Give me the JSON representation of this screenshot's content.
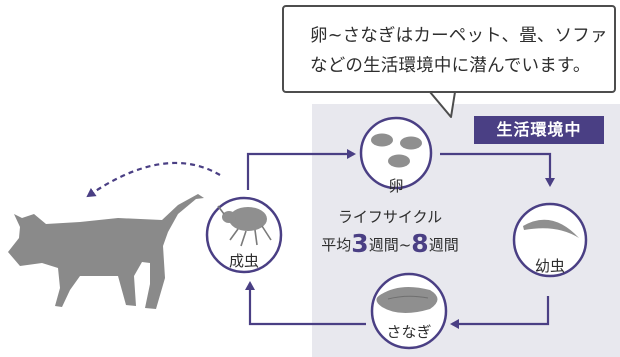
{
  "callout": {
    "line1": "卵~さなぎはカーペット、畳、ソファ",
    "line2": "などの生活環境中に潜んでいます。"
  },
  "environment_label": "生活環境中",
  "stages": {
    "egg": "卵",
    "larva": "幼虫",
    "pupa": "さなぎ",
    "adult": "成虫"
  },
  "lifecycle": {
    "title": "ライフサイクル",
    "prefix": "平均",
    "min_value": "3",
    "unit1": "週間~",
    "max_value": "8",
    "unit2": "週間"
  },
  "colors": {
    "accent": "#4a3f84",
    "environment_bg": "#e8e8ee",
    "illustration": "#8f8f8f",
    "text": "#2e2e2e"
  },
  "icons": {
    "cat": "cat-silhouette-icon",
    "egg": "flea-eggs-icon",
    "larva": "flea-larva-icon",
    "pupa": "flea-pupa-icon",
    "adult": "flea-adult-icon"
  }
}
